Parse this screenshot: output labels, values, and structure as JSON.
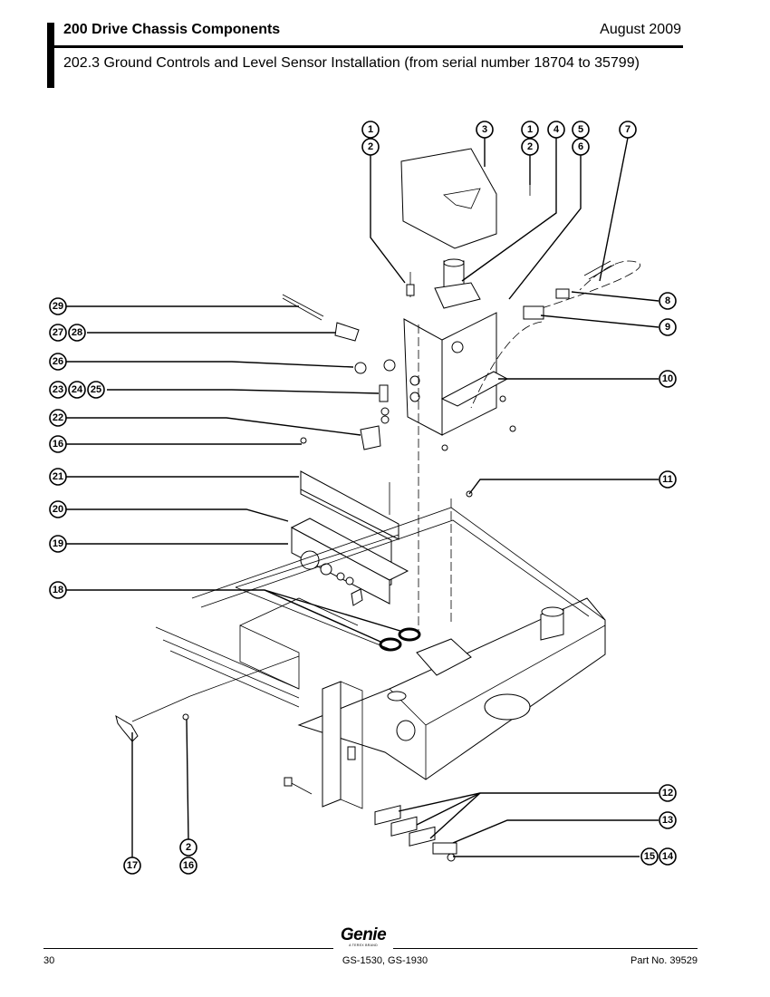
{
  "header": {
    "section_title": "200 Drive Chassis Components",
    "date": "August 2009",
    "subsection_title": "202.3 Ground Controls and Level Sensor Installation (from serial number 18704 to 35799)"
  },
  "callouts": [
    "1",
    "2",
    "3",
    "1",
    "2",
    "4",
    "5",
    "6",
    "7",
    "8",
    "9",
    "10",
    "11",
    "12",
    "13",
    "15",
    "14",
    "29",
    "27",
    "28",
    "26",
    "23",
    "24",
    "25",
    "22",
    "16",
    "21",
    "20",
    "19",
    "18",
    "17",
    "2",
    "16"
  ],
  "footer": {
    "page_number": "30",
    "models": "GS-1530, GS-1930",
    "part_number": "Part No. 39529",
    "logo_text": "Genie",
    "logo_tagline": "A TEREX BRAND"
  }
}
